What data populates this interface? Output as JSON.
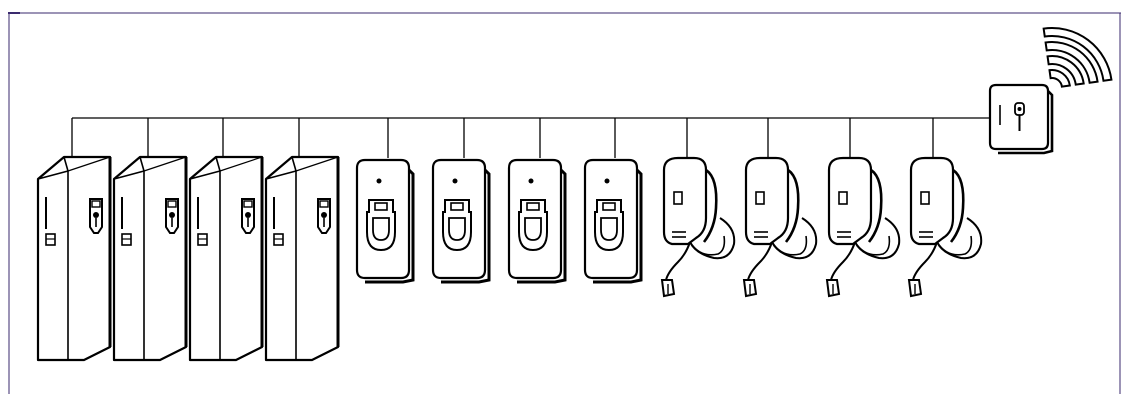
{
  "diagram": {
    "border_color": "#3a2a6e",
    "line_color": "#000000",
    "stroke_color": "#000000",
    "device_groups": [
      {
        "kind": "pillar-charger",
        "count": 4,
        "icon": "pillar-charging-station-icon"
      },
      {
        "kind": "wallbox-charger",
        "count": 4,
        "icon": "wallbox-charger-icon"
      },
      {
        "kind": "cable-charger",
        "count": 4,
        "icon": "wallbox-with-cable-icon"
      }
    ],
    "gateway": {
      "icon": "wireless-gateway-icon",
      "signal": "wireless-signal-icon"
    }
  }
}
